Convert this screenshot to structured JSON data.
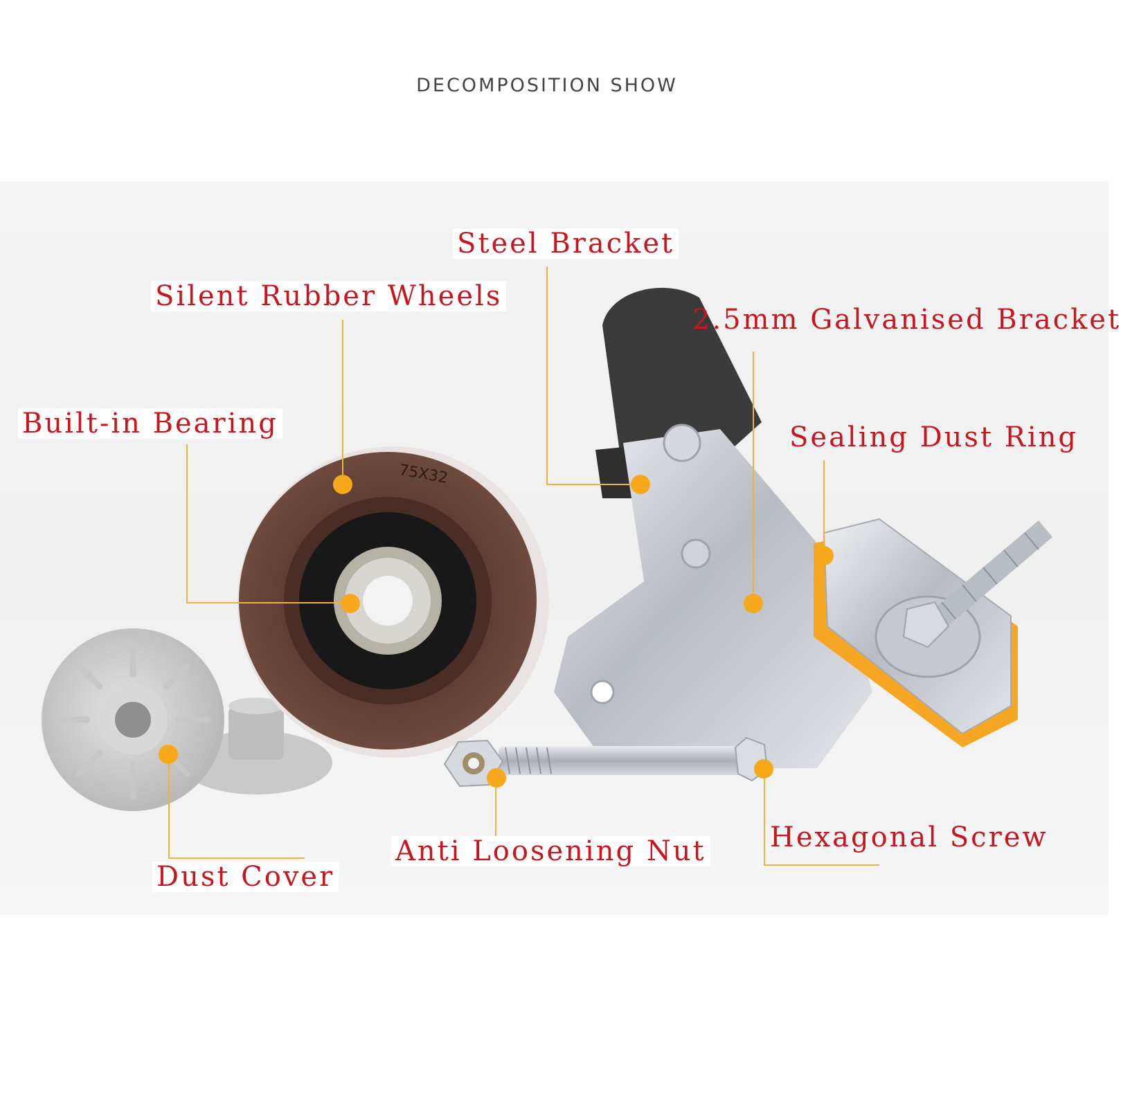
{
  "title": "DECOMPOSITION SHOW",
  "labels": {
    "steel_bracket": "Steel Bracket",
    "silent_rubber_wheels": "Silent Rubber Wheels",
    "galvanised_bracket": "2.5mm Galvanised Bracket",
    "built_in_bearing": "Built-in Bearing",
    "sealing_dust_ring": "Sealing Dust Ring",
    "dust_cover": "Dust Cover",
    "anti_loosening_nut": "Anti Loosening Nut",
    "hexagonal_screw": "Hexagonal Screw"
  },
  "wheel_marking": "75X32",
  "colors": {
    "label_text": "#c8161e",
    "leader_line": "#f0b23a",
    "marker_dot": "#f7a81b",
    "wheel_tread": "#5a3a30",
    "dust_ring": "#f5a623",
    "bracket_metal": "#c9ccd2"
  }
}
